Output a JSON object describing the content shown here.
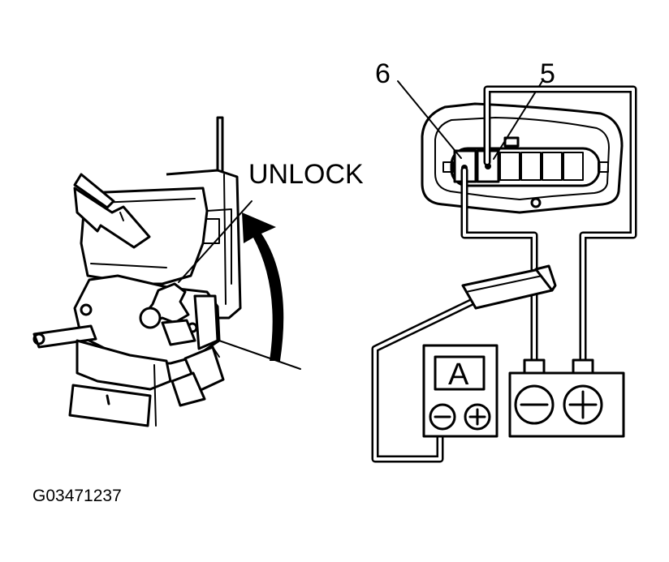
{
  "labels": {
    "unlock": "UNLOCK",
    "pin_6": "6",
    "pin_5": "5",
    "ammeter": "A",
    "minus": "−",
    "plus": "+",
    "figure_code": "G03471237"
  },
  "components": {
    "door_lock_actuator": "door-lock-actuator",
    "connector": "connector",
    "ammeter": "ammeter",
    "battery": "battery"
  },
  "colors": {
    "ink": "#000000",
    "paper": "#ffffff"
  }
}
